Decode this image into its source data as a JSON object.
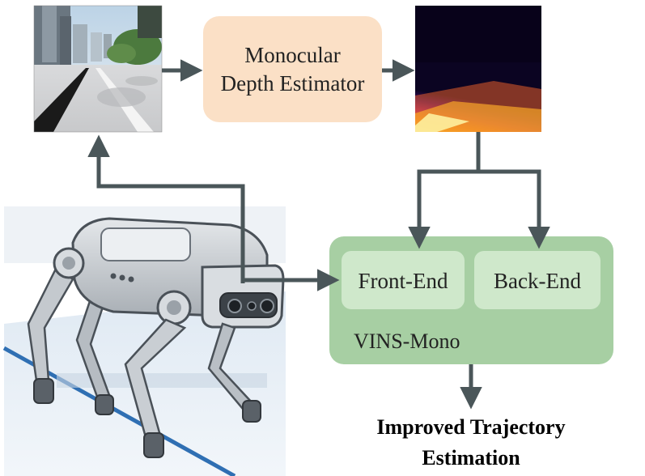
{
  "depth_estimator": {
    "line1": "Monocular",
    "line2": "Depth Estimator"
  },
  "vins": {
    "label": "VINS-Mono",
    "front_end": "Front-End",
    "back_end": "Back-End"
  },
  "output": {
    "line1": "Improved Trajectory",
    "line2": "Estimation"
  },
  "colors": {
    "arrow": "#4a5659",
    "depth_box": "#fbe0c6",
    "vins_outer": "#a7cfa3",
    "vins_inner": "#cfe8cb",
    "robot_body": "#b9bec3"
  },
  "images": {
    "camera_view": "street-camera-image",
    "depth_map": "depth-map-image",
    "robot": "quadruped-robot-image"
  }
}
